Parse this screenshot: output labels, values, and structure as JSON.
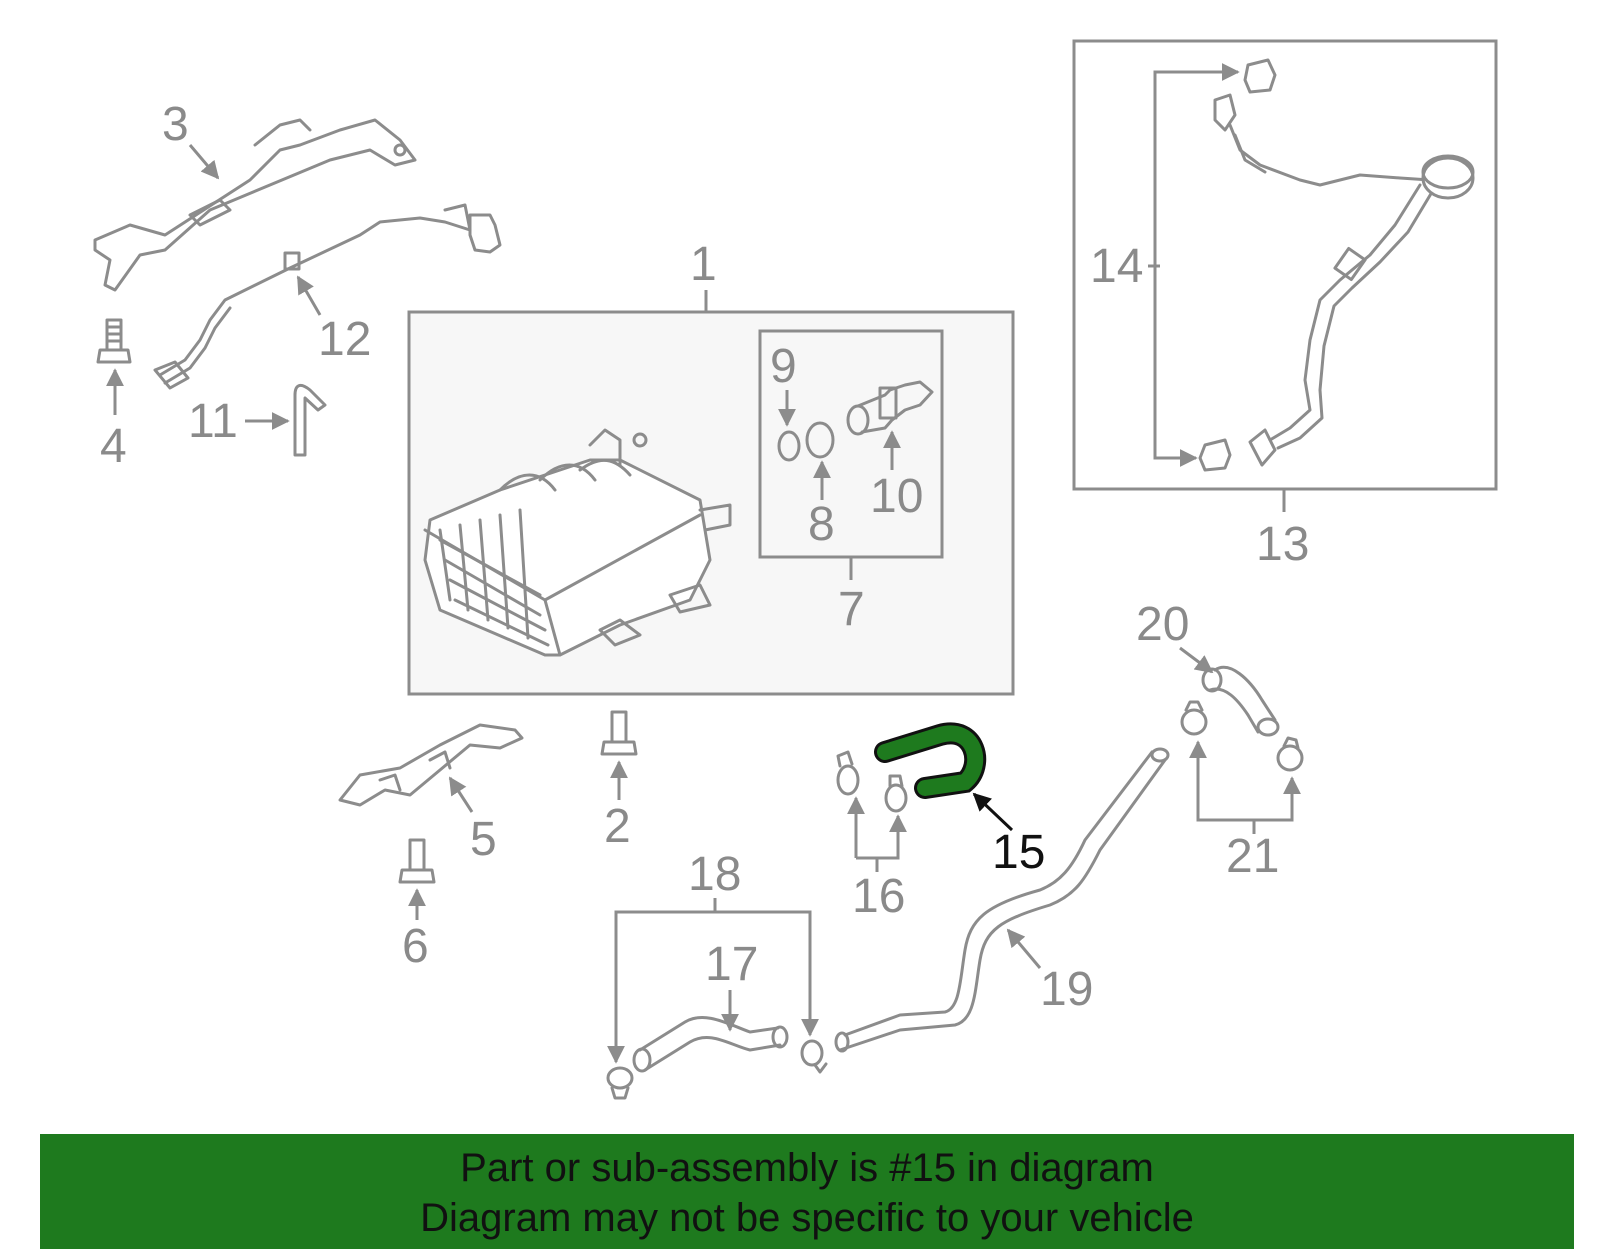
{
  "colors": {
    "highlight": "#1e7a1e",
    "part_stroke": "#8c8c8c",
    "banner_bg": "#1e7a1e"
  },
  "callouts": {
    "c1": "1",
    "c2": "2",
    "c3": "3",
    "c4": "4",
    "c5": "5",
    "c6": "6",
    "c7": "7",
    "c8": "8",
    "c9": "9",
    "c10": "10",
    "c11": "11",
    "c12": "12",
    "c13": "13",
    "c14": "14",
    "c15": "15",
    "c16": "16",
    "c17": "17",
    "c18": "18",
    "c19": "19",
    "c20": "20",
    "c21": "21"
  },
  "highlighted_part": "15",
  "banner": {
    "line1": "Part or sub-assembly is #15 in diagram",
    "line2": "Diagram may not be specific to your vehicle"
  }
}
